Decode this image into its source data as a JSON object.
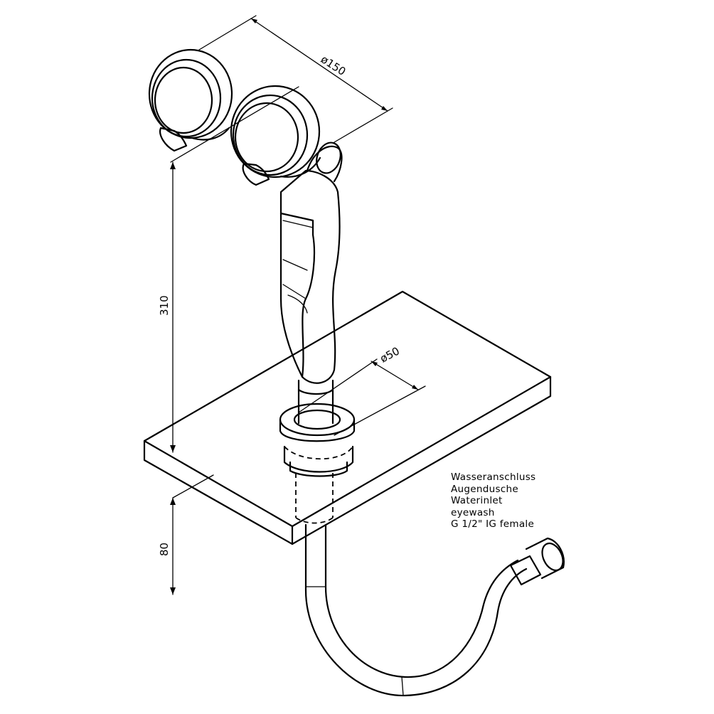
{
  "dimensions": {
    "top_width": "ø150",
    "base_diameter": "ø50",
    "height_above": "310",
    "height_below": "80"
  },
  "connection_note": [
    "Wasseranschluss",
    "Augendusche",
    "Waterinlet",
    "eyewash",
    "G 1/2\" IG female"
  ],
  "colors": {
    "line": "#000000",
    "background": "#ffffff"
  }
}
